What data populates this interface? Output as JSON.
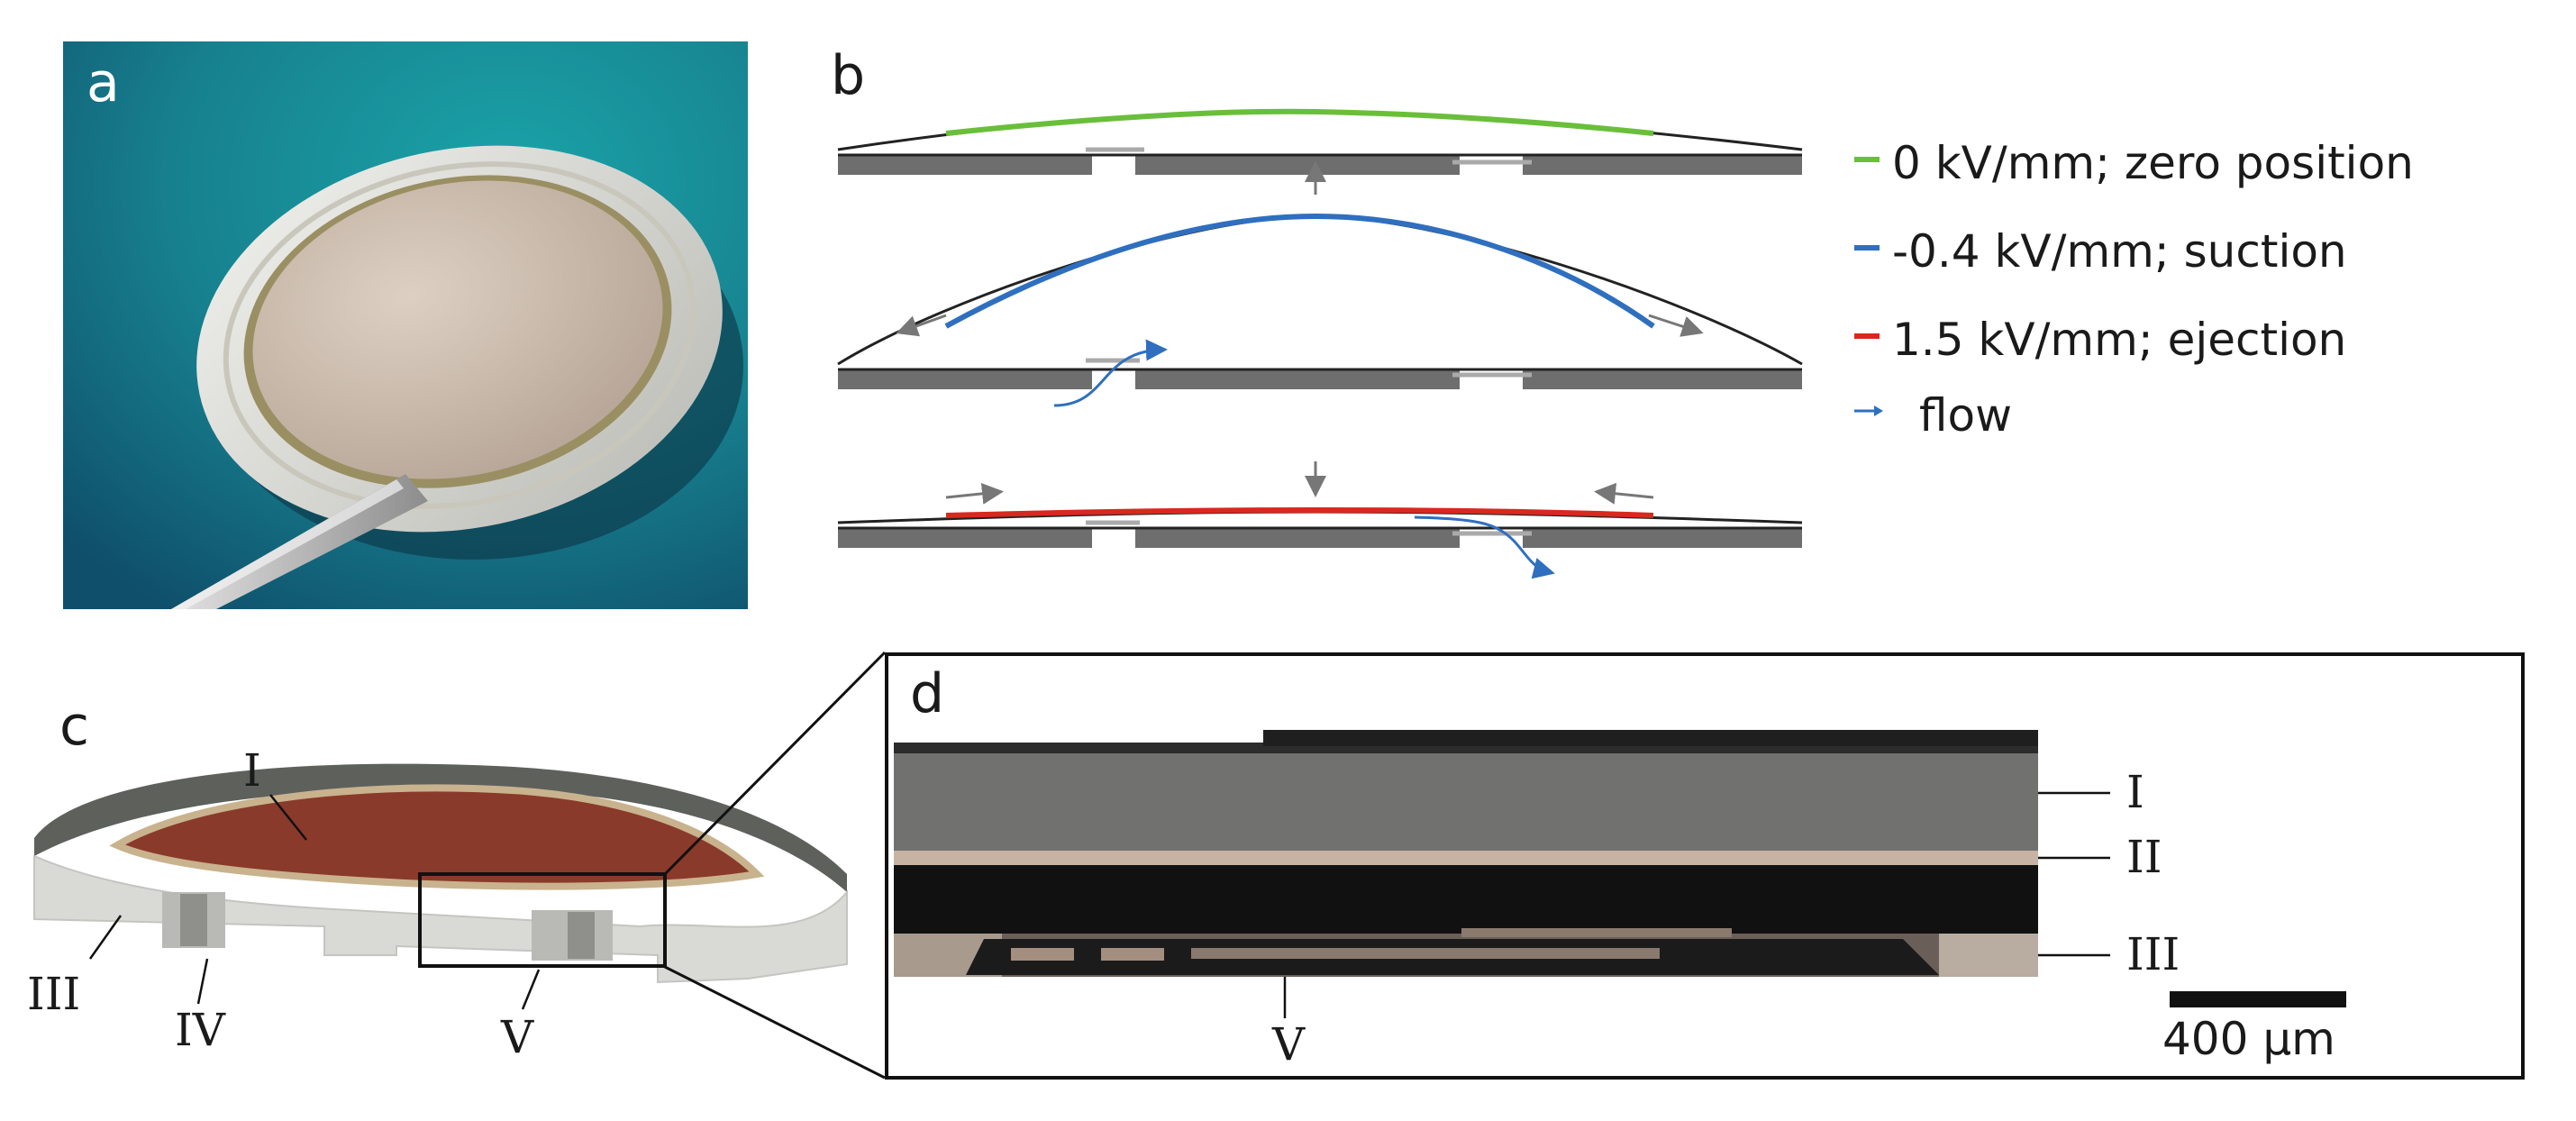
{
  "panels": {
    "a": "a",
    "b": "b",
    "c": "c",
    "d": "d"
  },
  "legend": {
    "items": [
      {
        "label": "0 kV/mm; zero position",
        "color": "#6abf3a",
        "kind": "line"
      },
      {
        "label": "-0.4 kV/mm; suction",
        "color": "#2f6fbf",
        "kind": "line"
      },
      {
        "label": "1.5 kV/mm; ejection",
        "color": "#d9281f",
        "kind": "line"
      },
      {
        "label": "flow",
        "color": "#2f6fbf",
        "kind": "arrow"
      }
    ]
  },
  "layers_c": {
    "I": "I",
    "III": "III",
    "IV": "IV",
    "V": "V"
  },
  "layers_d": {
    "I": "I",
    "II": "II",
    "III": "III",
    "V": "V"
  },
  "scale_bar": {
    "label": "400 µm"
  },
  "colors": {
    "photo_bg": "#1c7f8f",
    "piezo": "#c9b8a8",
    "valve_plate": "#6e6e6e",
    "ceramic_red": "#8a3a2a",
    "model_grey": "#d9dad6"
  }
}
